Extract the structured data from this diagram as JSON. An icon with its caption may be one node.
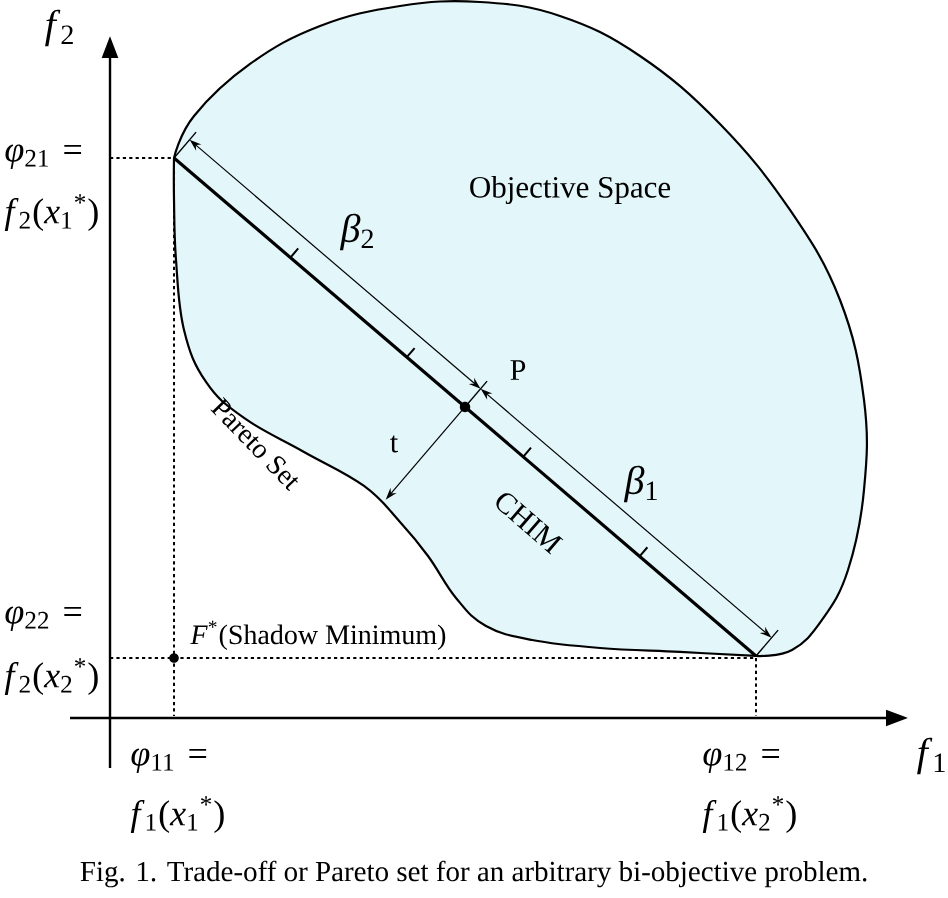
{
  "diagram": {
    "caption": "Fig. 1. Trade-off or Pareto set for an arbitrary bi-objective problem.",
    "nodes": [
      {
        "text": [
          "Objective Space"
        ]
      }
    ],
    "labels": [
      "*f*$_{2}$",
      "*φ*$_{21}$ = *f*$_{2}$(*x*$_{1}$$^{*}$)",
      "*β*$_{2}$",
      "P",
      "Pareto Set",
      "t",
      "CHIM",
      "*β*$_{1}$",
      "*φ*$_{22}$ = *f*$_{2}$(*x*$_{2}$$^{*}$)",
      "*F*$^{*}$(Shadow Minimum)",
      "*f*$_{1}$",
      "*φ*$_{11}$ = *f*$_{1}$(*x*$_{1}$$^{*}$)",
      "*φ*$_{12}$ = *f*$_{1}$(*x*$_{2}$$^{*}$)"
    ]
  }
}
